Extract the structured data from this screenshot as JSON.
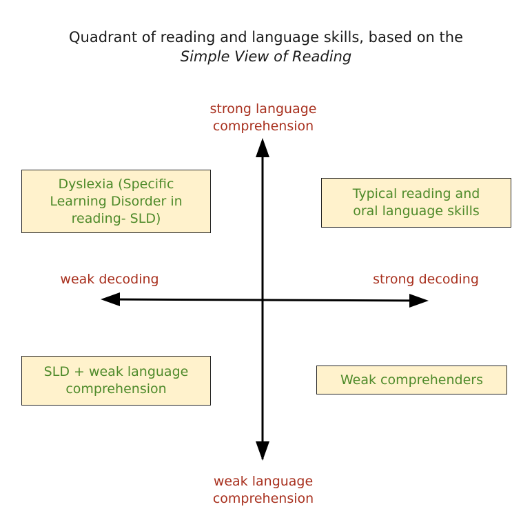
{
  "title": {
    "line1": "Quadrant of reading and language skills, based on the",
    "line2": "Simple View of Reading"
  },
  "axes": {
    "top": [
      "strong language",
      "comprehension"
    ],
    "bottom": [
      "weak language",
      "comprehension"
    ],
    "left": "weak decoding",
    "right": "strong decoding"
  },
  "quadrants": {
    "top_left": [
      "Dyslexia (Specific",
      "Learning Disorder in",
      "reading- SLD)"
    ],
    "top_right": [
      "Typical reading and",
      "oral language skills"
    ],
    "bottom_left": [
      "SLD + weak language",
      "comprehension"
    ],
    "bottom_right": [
      "Weak comprehenders"
    ]
  },
  "colors": {
    "axis_label": "#a8301e",
    "box_text": "#4e8a2a",
    "box_fill": "#fff2cc",
    "arrow": "#000000"
  }
}
